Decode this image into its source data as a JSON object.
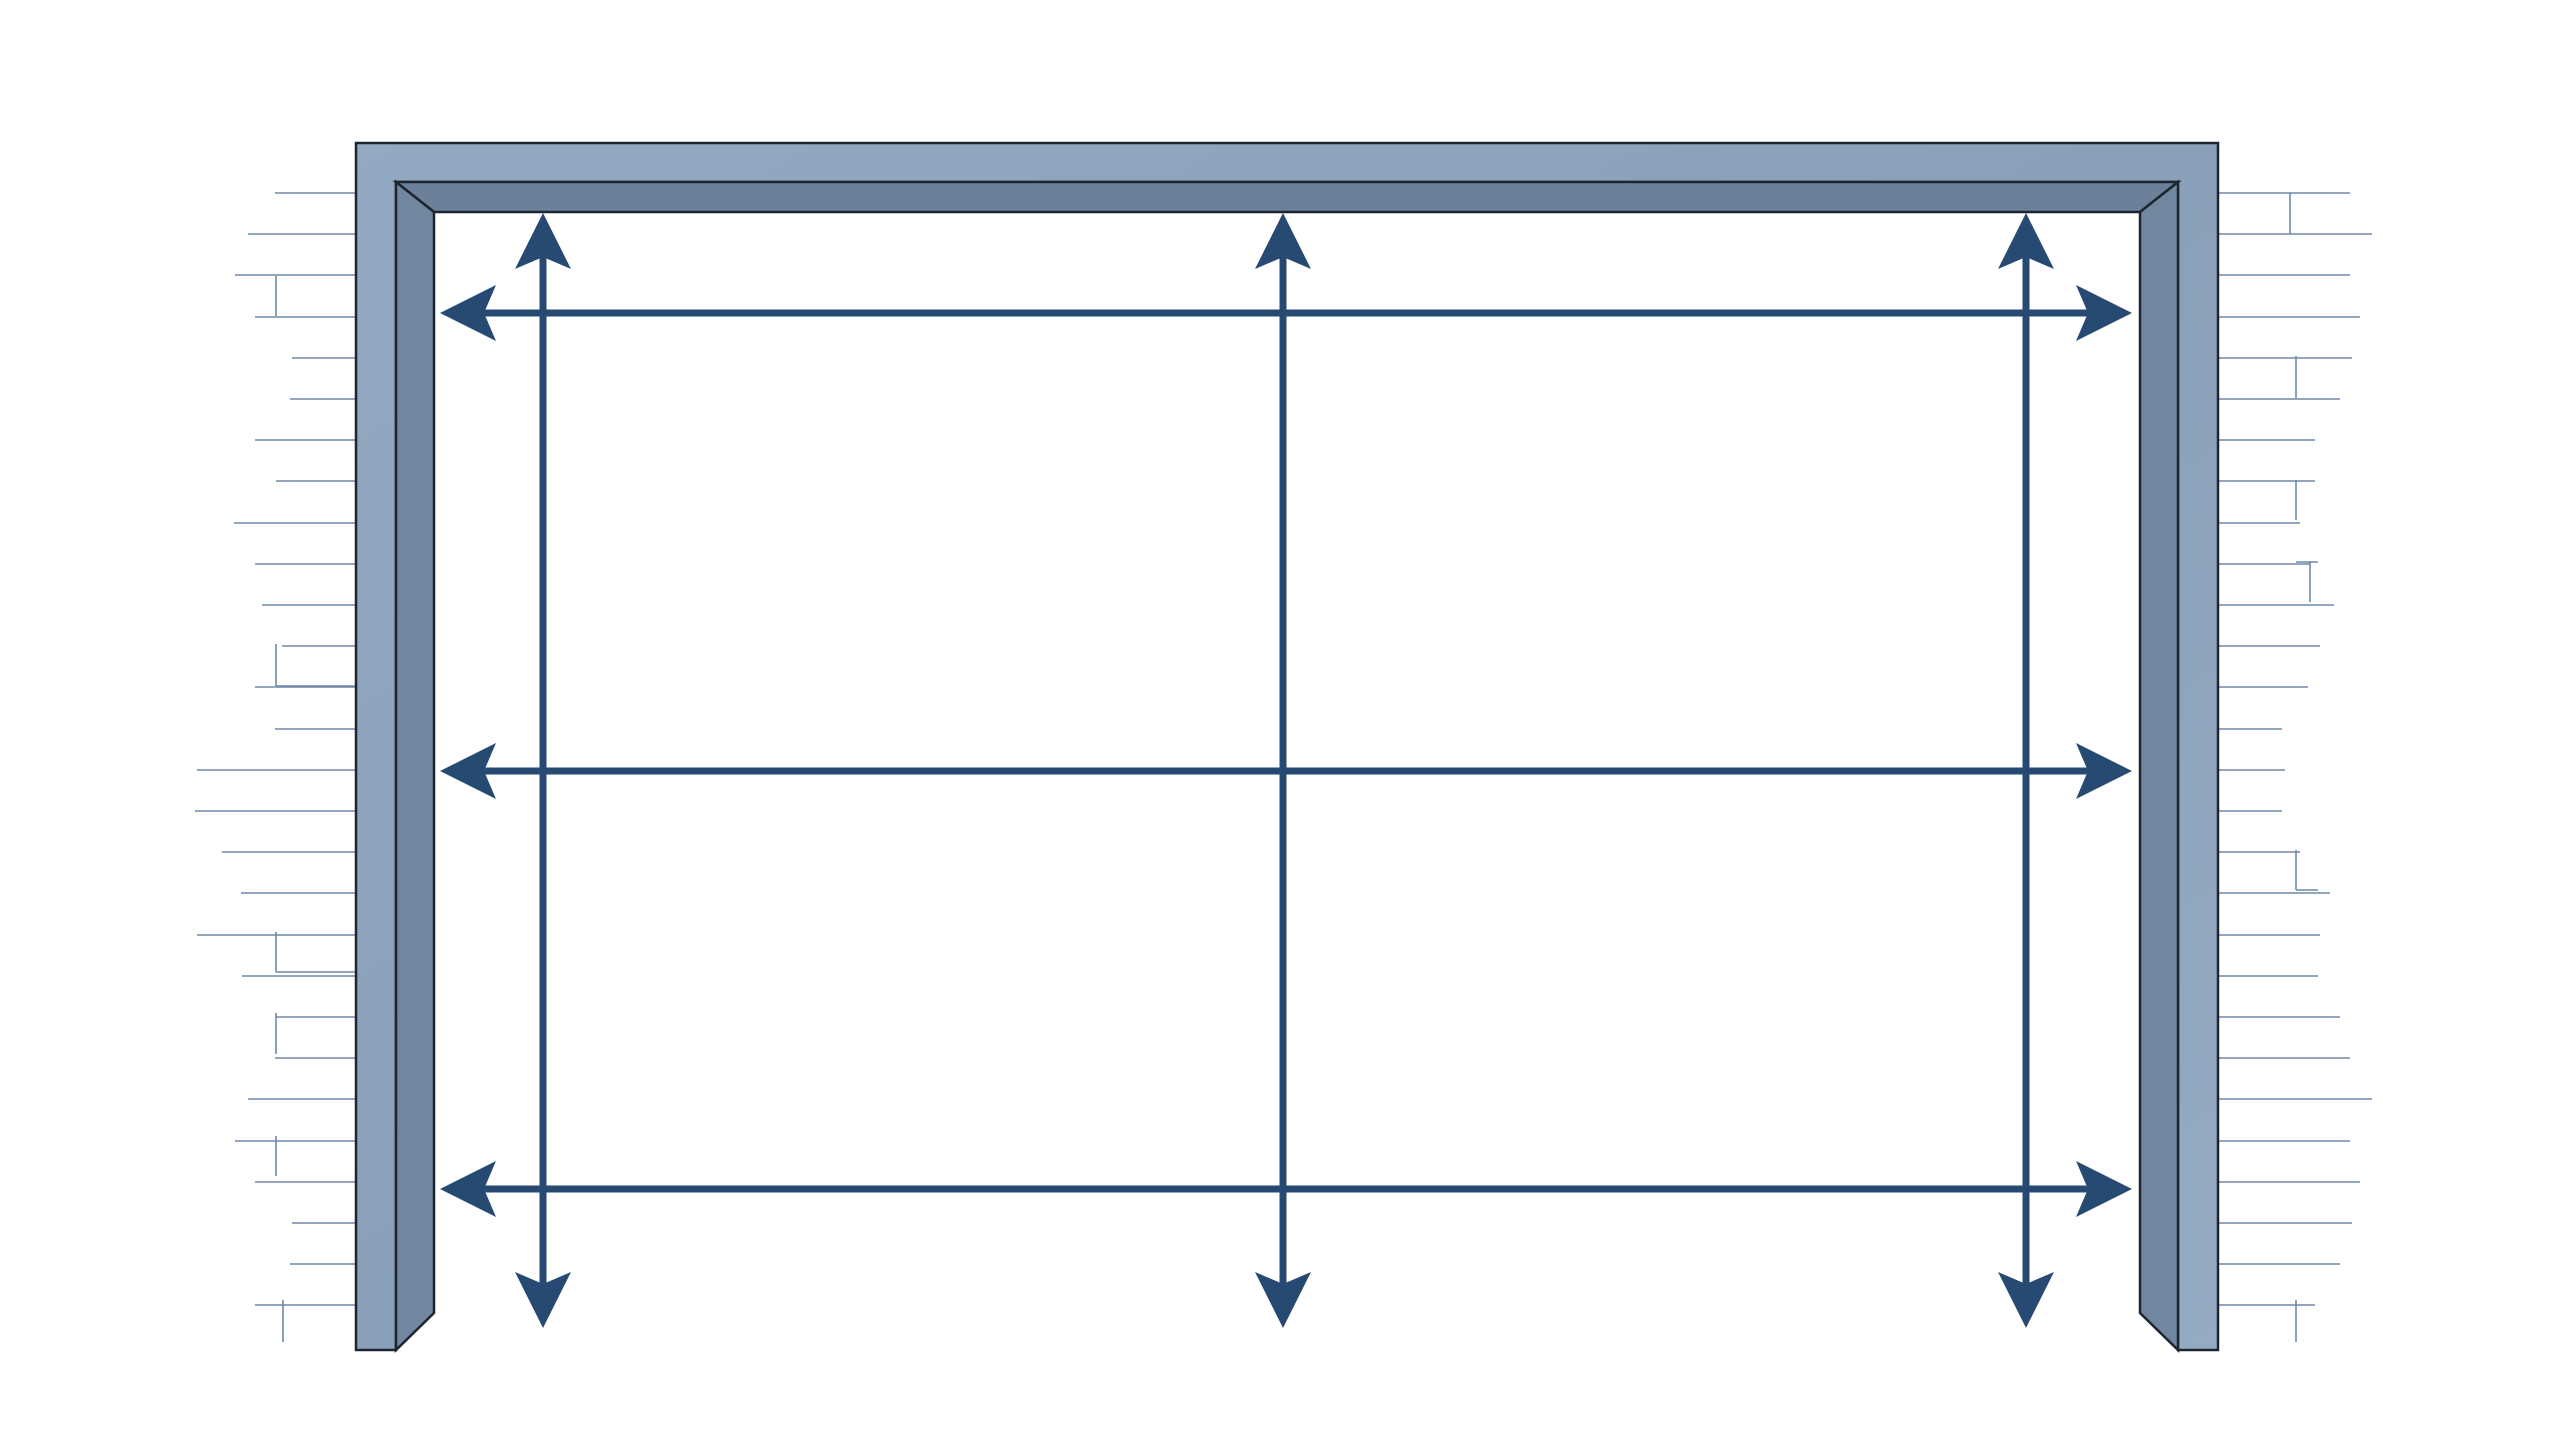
{
  "diagram": {
    "description_visible_text": "",
    "colors": {
      "background": "#ffffff",
      "frame_face": "#8fa5bd",
      "frame_reveal": "#6b8097",
      "frame_outline": "#1d2530",
      "arrow": "#274a72",
      "brick_line": "#6f88a8"
    },
    "measurement_arrows": {
      "horizontal_count": 3,
      "vertical_count": 3,
      "style": "double-headed"
    }
  }
}
